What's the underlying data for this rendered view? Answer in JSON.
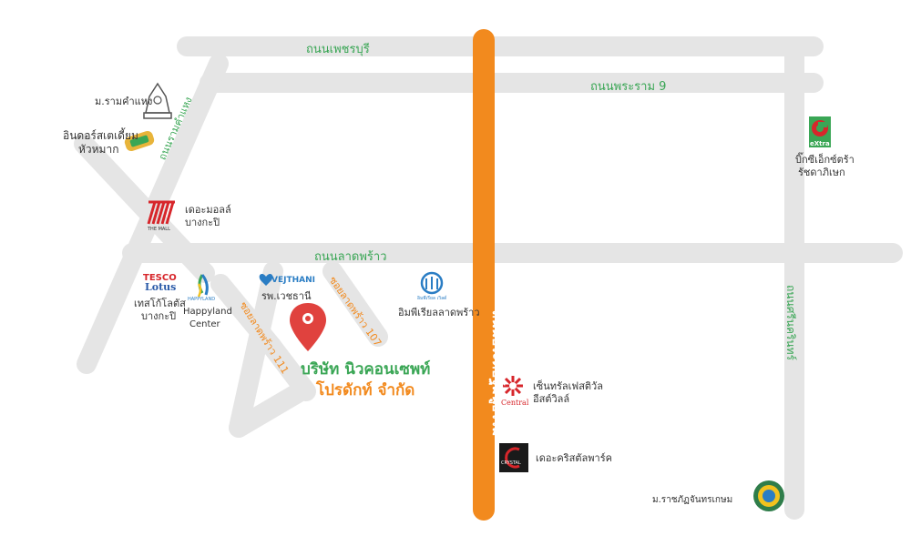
{
  "roads": {
    "phetchaburi": "ถนนเพชรบุรี",
    "rama9": "ถนนพระราม 9",
    "ladprao": "ถนนลาดพร้าว",
    "ramkhamhaeng": "ถนนรามคำแหง",
    "praditmanutham": "ถนนประดิษฐ์มนูธรรม",
    "srinakarin": "ถนนศรีนครินทร์",
    "soi107": "ซอยลาดพร้าว 107",
    "soi111": "ซอยลาดพร้าว 111"
  },
  "places": {
    "ramkhamhaeng_univ": "ม.รามคำแหง",
    "indoor_stadium_l1": "อินดอร์สเตเดี้ยม",
    "indoor_stadium_l2": "หัวหมาก",
    "the_mall_l1": "เดอะมอลล์",
    "the_mall_l2": "บางกะปิ",
    "tesco_l1": "เทสโก้โลตัส",
    "tesco_l2": "บางกะปิ",
    "happyland_l1": "Happyland",
    "happyland_l2": "Center",
    "vejthani": "รพ.เวชธานี",
    "imperial": "อิมพีเรียลลาดพร้าว",
    "bigc_l1": "บิ๊กซีเอ็กซ์ตร้า",
    "bigc_l2": "รัชดาภิเษก",
    "central_l1": "เซ็นทรัลเฟสติวัล",
    "central_l2": "อีสต์วิลล์",
    "crystal": "เดอะคริสตัลพาร์ค",
    "rajabhat": "ม.ราชภัฏจันทรเกษม"
  },
  "logos": {
    "tesco_top": "TESCO",
    "tesco_bottom": "Lotus",
    "the_mall": "THE MALL",
    "happyland": "HAPPYLAND",
    "vejthani": "VEJTHANI",
    "imperial": "อิมพีเรียล เวิลด์",
    "bigc": "eXtra",
    "central": "Central",
    "crystal": "CRYSTAL"
  },
  "company": {
    "line1": "บริษัท นิวคอนเซพท์",
    "line2": "โปรดักท์ จำกัด"
  },
  "colors": {
    "road": "#e5e5e5",
    "expressway": "#f28a1e",
    "road_label": "#3aa655",
    "pin": "#e0423e"
  }
}
